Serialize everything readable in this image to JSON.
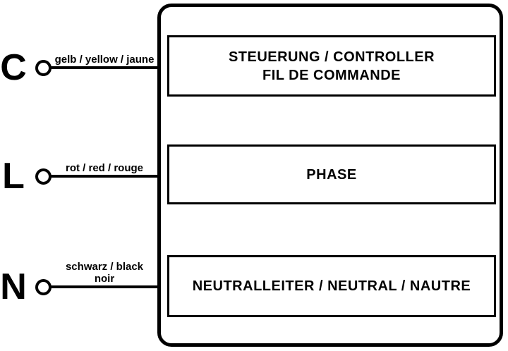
{
  "colors": {
    "background": "#ffffff",
    "line": "#000000",
    "text": "#000000"
  },
  "terminals": [
    {
      "letter": "C",
      "label_lines": [
        "gelb / yellow / jaune"
      ]
    },
    {
      "letter": "L",
      "label_lines": [
        "rot / red / rouge"
      ]
    },
    {
      "letter": "N",
      "label_lines": [
        "schwarz / black",
        "noir"
      ]
    }
  ],
  "boxes": [
    {
      "lines": [
        "STEUERUNG / CONTROLLER",
        "FIL DE COMMANDE"
      ]
    },
    {
      "lines": [
        "PHASE"
      ]
    },
    {
      "lines": [
        "NEUTRALLEITER / NEUTRAL / NAUTRE"
      ]
    }
  ]
}
